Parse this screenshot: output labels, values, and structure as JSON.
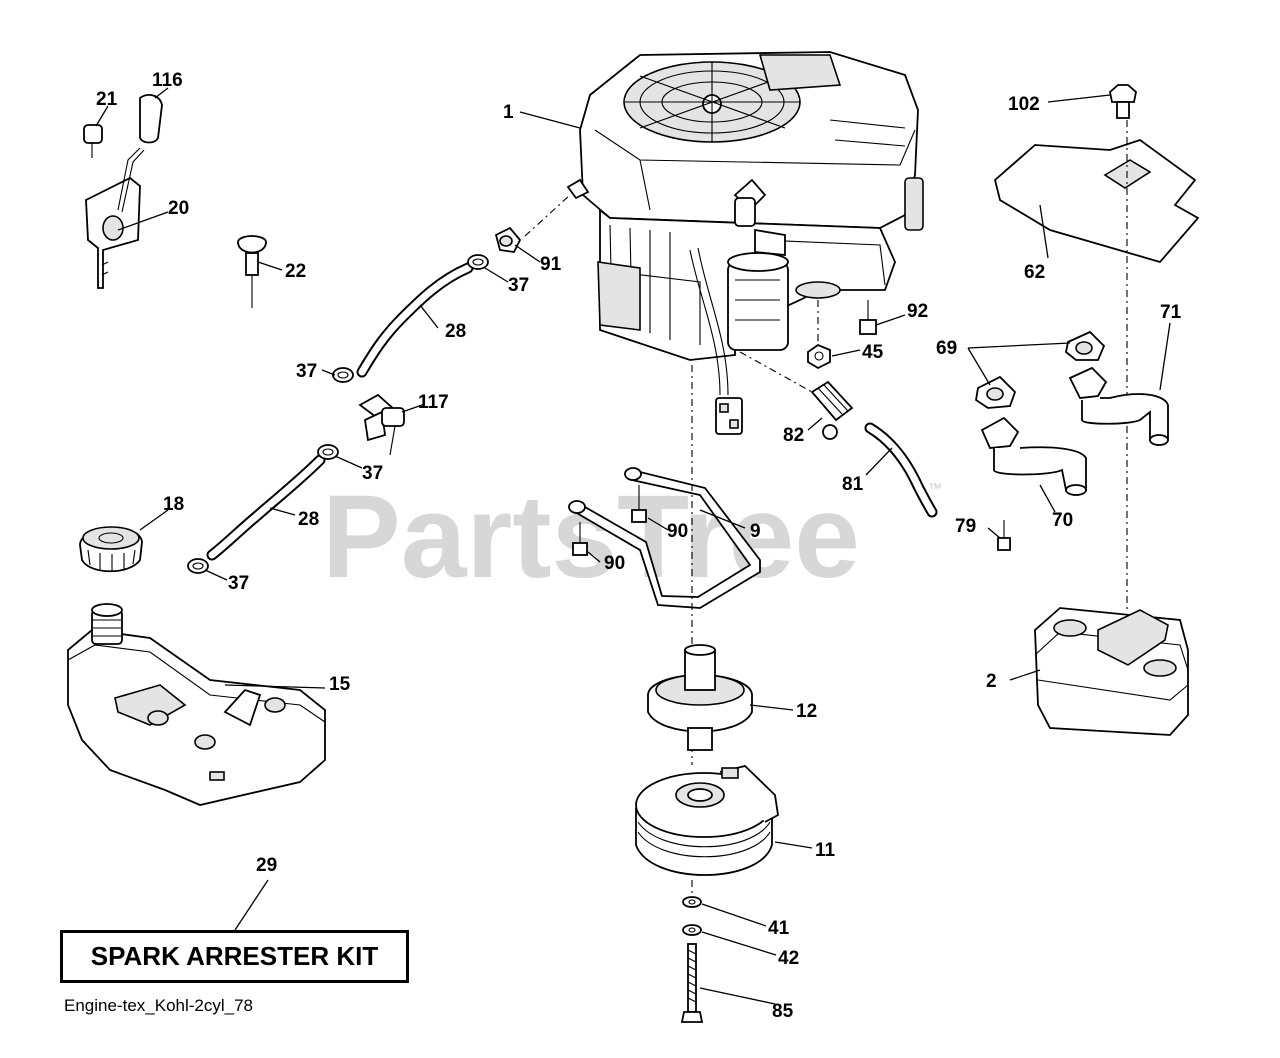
{
  "watermark": {
    "text": "PartsTree",
    "trademark": "™"
  },
  "callouts": {
    "c1": "1",
    "c2": "2",
    "c9": "9",
    "c11": "11",
    "c12": "12",
    "c15": "15",
    "c18": "18",
    "c20": "20",
    "c21": "21",
    "c22": "22",
    "c28a": "28",
    "c28b": "28",
    "c29": "29",
    "c37a": "37",
    "c37b": "37",
    "c37c": "37",
    "c37d": "37",
    "c41": "41",
    "c42": "42",
    "c45": "45",
    "c62": "62",
    "c69": "69",
    "c70": "70",
    "c71": "71",
    "c79": "79",
    "c81": "81",
    "c82": "82",
    "c85": "85",
    "c90a": "90",
    "c90b": "90",
    "c91": "91",
    "c92": "92",
    "c102": "102",
    "c116": "116",
    "c117": "117"
  },
  "kit_label": "SPARK ARRESTER KIT",
  "drawing_ref": "Engine-tex_Kohl-2cyl_78"
}
